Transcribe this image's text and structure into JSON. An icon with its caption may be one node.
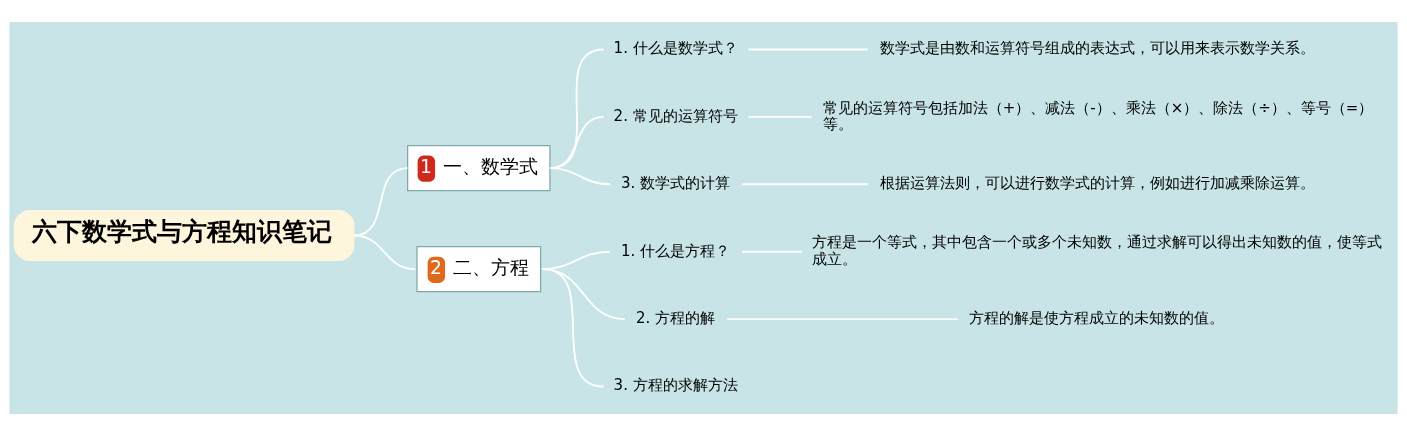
{
  "diagram": {
    "nodes": [
      {
        "text": [
          "六下数学式与方程知识笔记"
        ]
      },
      {
        "text": [
          "1",
          "一、数学式"
        ]
      },
      {
        "text": [
          "1. 什么是数学式？"
        ]
      },
      {
        "text": [
          "数学式是由数和运算符号组成的表达式，可以用来表示数学关系。"
        ]
      },
      {
        "text": [
          "2. 常见的运算符号"
        ]
      },
      {
        "text": [
          "常见的运算符号包括加法（+）、减法（-）、乘法（×）、除法（÷）、等号（=）等。"
        ]
      },
      {
        "text": [
          "3. 数学式的计算"
        ]
      },
      {
        "text": [
          "根据运算法则，可以进行数学式的计算，例如进行加减乘除运算。"
        ]
      },
      {
        "text": [
          "2",
          "二、方程"
        ]
      },
      {
        "text": [
          "1. 什么是方程？"
        ]
      },
      {
        "text": [
          "方程是一个等式，其中包含一个或多个未知数，通过求解可以得出未知数的值，使等式成立。"
        ]
      },
      {
        "text": [
          "2. 方程的解"
        ]
      },
      {
        "text": [
          "方程的解是使方程成立的未知数的值。"
        ]
      },
      {
        "text": [
          "3. 方程的求解方法"
        ]
      }
    ],
    "edges": [
      {
        "from": 0,
        "to": 1,
        "arrow": "none"
      },
      {
        "from": 1,
        "to": 2,
        "arrow": "none"
      },
      {
        "from": 2,
        "to": 3,
        "arrow": "none"
      },
      {
        "from": 1,
        "to": 4,
        "arrow": "none"
      },
      {
        "from": 4,
        "to": 5,
        "arrow": "none"
      },
      {
        "from": 1,
        "to": 6,
        "arrow": "none"
      },
      {
        "from": 6,
        "to": 7,
        "arrow": "none"
      },
      {
        "from": 0,
        "to": 8,
        "arrow": "none"
      },
      {
        "from": 8,
        "to": 9,
        "arrow": "none"
      },
      {
        "from": 9,
        "to": 10,
        "arrow": "none"
      },
      {
        "from": 8,
        "to": 11,
        "arrow": "none"
      },
      {
        "from": 11,
        "to": 12,
        "arrow": "none"
      },
      {
        "from": 8,
        "to": 13,
        "arrow": "none"
      }
    ]
  }
}
